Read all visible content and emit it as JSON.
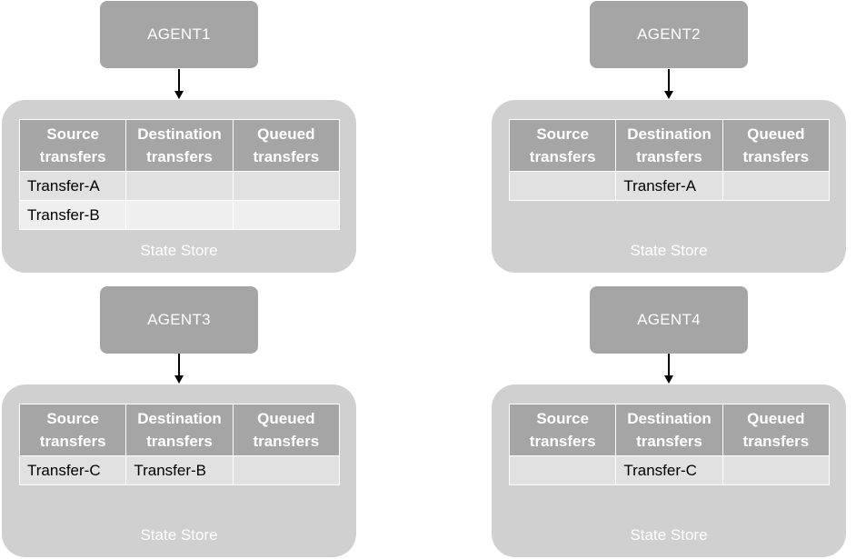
{
  "headers": [
    "Source\ntransfers",
    "Destination\ntransfers",
    "Queued\ntransfers"
  ],
  "store_label": "State Store",
  "agents": [
    {
      "name": "AGENT1",
      "rows": [
        [
          "Transfer-A",
          "",
          ""
        ],
        [
          "Transfer-B",
          "",
          ""
        ]
      ]
    },
    {
      "name": "AGENT2",
      "rows": [
        [
          "",
          "Transfer-A",
          ""
        ]
      ]
    },
    {
      "name": "AGENT3",
      "rows": [
        [
          "Transfer-C",
          "Transfer-B",
          ""
        ]
      ]
    },
    {
      "name": "AGENT4",
      "rows": [
        [
          "",
          "Transfer-C",
          ""
        ]
      ]
    }
  ]
}
